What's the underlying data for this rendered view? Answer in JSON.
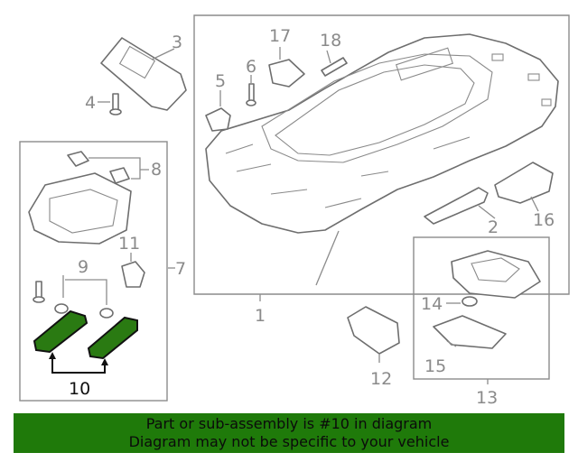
{
  "callouts": {
    "c1": "1",
    "c2": "2",
    "c3": "3",
    "c4": "4",
    "c5": "5",
    "c6": "6",
    "c7": "7",
    "c8": "8",
    "c9": "9",
    "c10": "10",
    "c11": "11",
    "c12": "12",
    "c13": "13",
    "c14": "14",
    "c15": "15",
    "c16": "16",
    "c17": "17",
    "c18": "18"
  },
  "highlight_color": "#2a7a12",
  "banner": {
    "line1": "Part or sub-assembly is #10 in diagram",
    "line2": "Diagram may not be specific to your vehicle",
    "background": "#1f7a0a"
  }
}
